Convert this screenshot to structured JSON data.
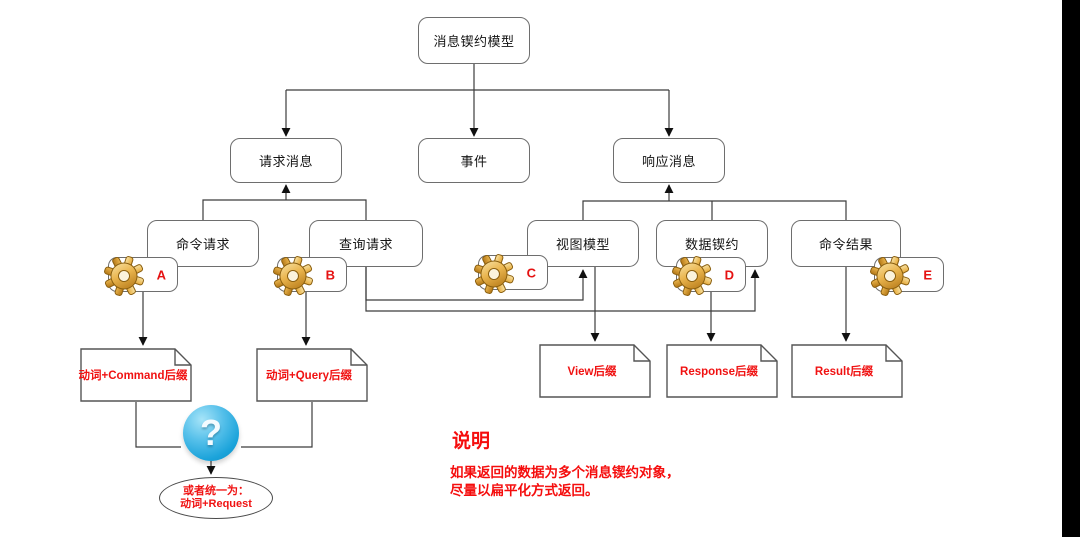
{
  "diagram": {
    "nodes": {
      "root": "消息锲约模型",
      "request": "请求消息",
      "event": "事件",
      "response": "响应消息",
      "command_request": "命令请求",
      "query_request": "查询请求",
      "view_model": "视图模型",
      "data_contract": "数据锲约",
      "command_result": "命令结果"
    },
    "badges": {
      "a": "A",
      "b": "B",
      "c": "C",
      "d": "D",
      "e": "E"
    },
    "documents": {
      "command": "动词+Command后缀",
      "query": "动词+Query后缀",
      "view": "View后缀",
      "response": "Response后缀",
      "result": "Result后缀"
    },
    "question_mark": "?",
    "ellipse": {
      "line1": "或者统一为：",
      "line2": "动词+Request"
    },
    "note": {
      "title": "说明",
      "line1": "如果返回的数据为多个消息锲约对象，",
      "line2": "尽量以扁平化方式返回。"
    },
    "colors": {
      "accent_red": "#f01212",
      "gear_gold": "#e0a83c",
      "question_blue": "#1ba3da",
      "line": "#3c3c3c"
    }
  }
}
